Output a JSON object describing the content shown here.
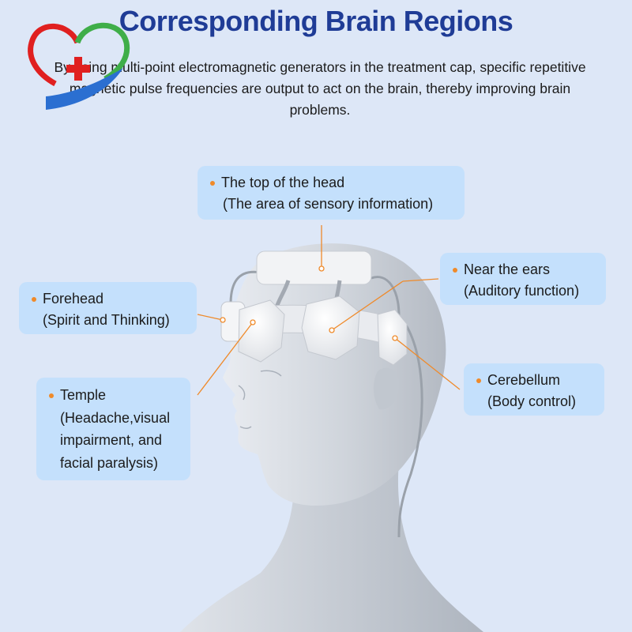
{
  "title": "Corresponding Brain Regions",
  "intro": "By using multi-point electromagnetic generators in the treatment cap, specific repetitive magnetic pulse frequencies are output to act on the brain, thereby improving brain problems.",
  "callouts": {
    "top": {
      "name": "The top of the head",
      "desc": "(The area of sensory information)"
    },
    "ears": {
      "name": "Near the ears",
      "desc": "(Auditory function)"
    },
    "forehead": {
      "name": "Forehead",
      "desc": "(Spirit and Thinking)"
    },
    "cerebellum": {
      "name": "Cerebellum",
      "desc": "(Body control)"
    },
    "temple": {
      "name": "Temple",
      "desc_lines": [
        "(Headache,visual",
        "impairment, and",
        "facial paralysis)"
      ]
    }
  },
  "icons": [
    "heart-cross-logo-icon"
  ],
  "colors": {
    "title": "#1f3c96",
    "background": "#dde7f7",
    "callout_bg": "#c2dffc",
    "bullet": "#ef8a2a",
    "leader_line": "#ef8a2a",
    "logo_green": "#3fae49",
    "logo_red": "#e02020",
    "logo_blue": "#2b6fd1"
  }
}
